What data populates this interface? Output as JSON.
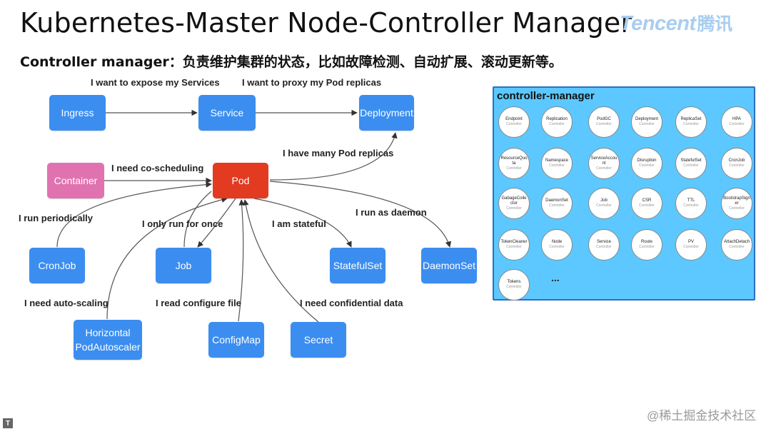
{
  "title": "Kubernetes-Master Node-Controller Manager",
  "logo": {
    "text": "Tencent",
    "cn": "腾讯",
    "color": "#a9cdf0"
  },
  "subtitle": {
    "prefix": "Controller manager：",
    "desc": "负责维护集群的状态，比如故障检测、自动扩展、滚动更新等。"
  },
  "nodes": {
    "ingress": "Ingress",
    "service": "Service",
    "deployment": "Deployment",
    "container": "Container",
    "pod": "Pod",
    "cronjob": "CronJob",
    "job": "Job",
    "statefulset": "StatefulSet",
    "daemonset": "DaemonSet",
    "hpa": "Horizontal\nPodAutoscaler",
    "configmap": "ConfigMap",
    "secret": "Secret"
  },
  "labels": {
    "expose": "I want to expose my Services",
    "proxy": "I want to proxy my Pod replicas",
    "replicas": "I have many Pod replicas",
    "coscheduling": "I need co-scheduling",
    "periodically": "I run periodically",
    "once": "I only run for once",
    "stateful": "I am stateful",
    "daemon": "I run as daemon",
    "autoscaling": "I need auto-scaling",
    "configfile": "I read configure file",
    "confidential": "I need confidential data"
  },
  "controller_manager": {
    "title": "controller-manager",
    "sub": "Controller",
    "controllers": [
      "Endpoint",
      "Replication",
      "PodGC",
      "Deployment",
      "ReplicaSet",
      "HPA",
      "ResourceQuota",
      "Namespace",
      "ServiceAccount",
      "Disruption",
      "StatefulSet",
      "CronJob",
      "GabageCollector",
      "DaemonSet",
      "Job",
      "CSR",
      "TTL",
      "BootstrapSigner",
      "TokenCleaner",
      "Node",
      "Service",
      "Route",
      "PV",
      "AttachDetach",
      "Tokens"
    ],
    "ellipsis": "..."
  },
  "colors": {
    "node": "#3b8ef0",
    "pod": "#e23b21",
    "container": "#e172b0",
    "panel": "#5cc8ff"
  },
  "watermark": "@稀土掘金技术社区",
  "corner_icon": "T"
}
